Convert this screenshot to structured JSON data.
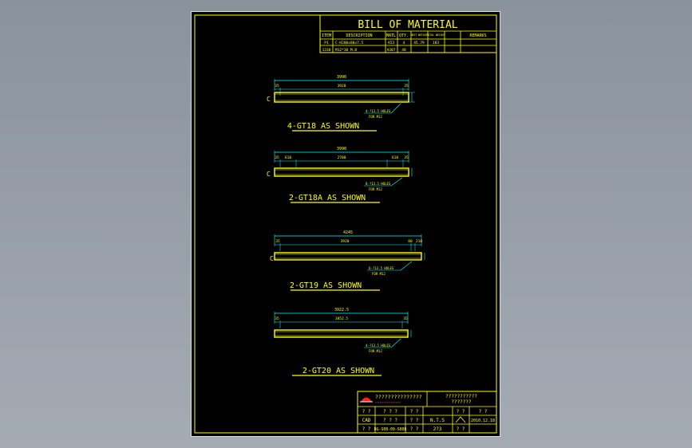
{
  "colors": {
    "background": "#000000",
    "frame": "#ffff00",
    "member": "#ffff00",
    "dimension": "#00ffff",
    "text": "#ffff00"
  },
  "bom": {
    "title": "BILL  OF  MATERIAL",
    "headers": [
      "ITEM",
      "DESCRIPTION",
      "MATL",
      "QTY.",
      "UNIT WEIGHT",
      "TOTAL WEIGHT",
      "REMARKS"
    ],
    "rows": [
      [
        "P1",
        "C-H200x80x7.5",
        "A53",
        "4",
        "45.79",
        "183",
        ""
      ],
      [
        "1330",
        "M12*30 M.B",
        "A307",
        "48",
        "",
        "",
        ""
      ]
    ]
  },
  "members": [
    {
      "overall": "3990",
      "segments": [
        "35",
        "3920",
        "35"
      ],
      "hole_note": "4-?13.5 HOLES",
      "hole_sub": "FOR M12",
      "caption": "4-GT18  AS  SHOWN"
    },
    {
      "overall": "3990",
      "segments": [
        "35",
        "610",
        "2700",
        "610",
        "35"
      ],
      "hole_note": "8-?13.5 HOLES",
      "hole_sub": "FOR M12",
      "caption": "2-GT18A  AS  SHOWN"
    },
    {
      "overall": "4245",
      "segments": [
        "35",
        "3920",
        "80",
        "210"
      ],
      "hole_note": "6-?13.5 HOLES",
      "hole_sub": "FOR M12",
      "caption": "2-GT19  AS  SHOWN"
    },
    {
      "overall": "3922.5",
      "segments": [
        "35",
        "3852.5",
        "35"
      ],
      "hole_note": "4-?13.5 HOLES",
      "hole_sub": "FOR M12",
      "caption": "2-GT20  AS  SHOWN"
    }
  ],
  "title_block": {
    "company": "???????????????",
    "company_sub": "??????????????????",
    "project_a": "???????????",
    "project_b": "???????",
    "row1": [
      "? ?",
      "? ? ?",
      "? ?",
      "? ?",
      "? ?"
    ],
    "row2": [
      "CAD",
      "? ? ?",
      "? ?",
      "N.T.S",
      "2010.12.18"
    ],
    "row3": [
      "? ?",
      "DG-S08-09-S088",
      "? ?",
      "2?3",
      "? ?"
    ]
  }
}
